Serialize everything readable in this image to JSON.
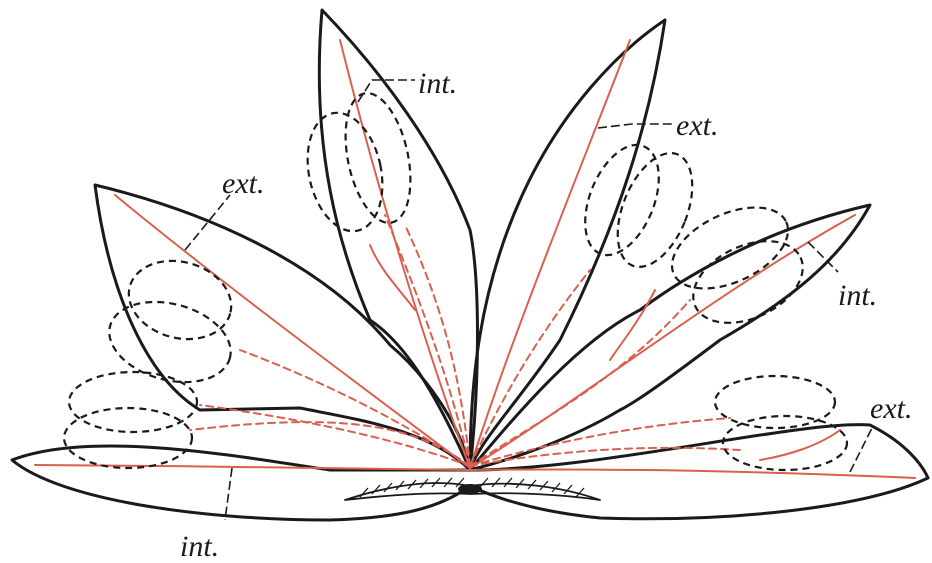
{
  "labels": {
    "int_top": "int.",
    "ext_top_right": "ext.",
    "ext_left": "ext.",
    "int_right": "int.",
    "ext_bottom_right": "ext.",
    "int_bottom": "int."
  },
  "colors": {
    "outline": "#1a1a1a",
    "vein": "#d9604f"
  }
}
